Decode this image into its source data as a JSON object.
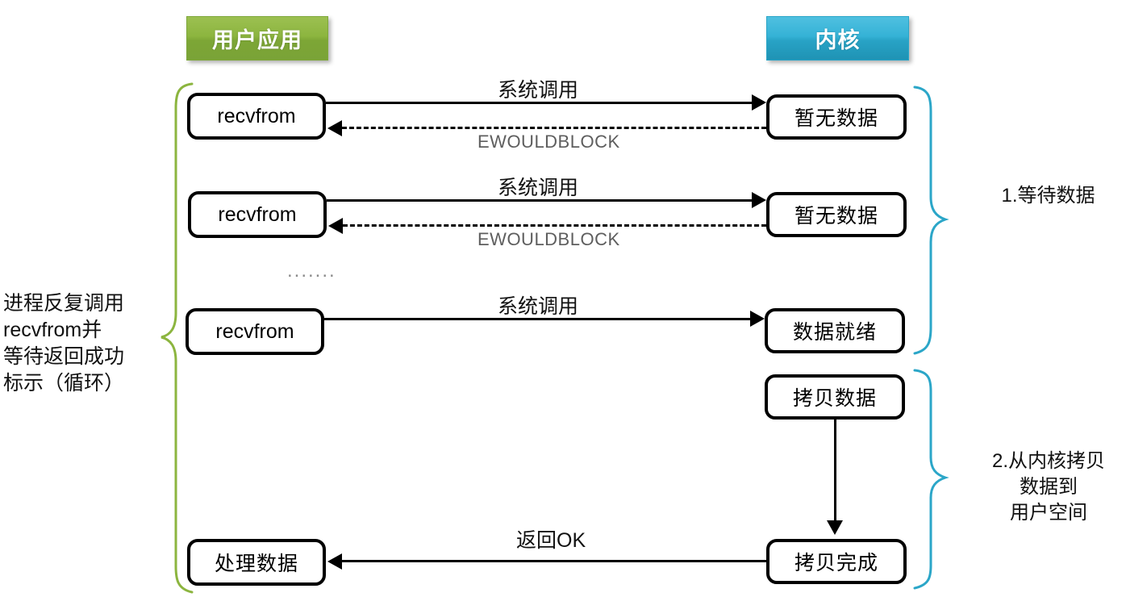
{
  "headers": {
    "user_app": "用户应用",
    "kernel": "内核",
    "user_app_color": "#8cb53f",
    "kernel_color": "#2ba6c8"
  },
  "left_note": {
    "lines": [
      "进程反复调用",
      "recvfrom并",
      "等待返回成功",
      "标示（循环）"
    ],
    "brace_color": "#8cb53f"
  },
  "rows": [
    {
      "left_box": "recvfrom",
      "right_box": "暂无数据",
      "forward_label": "系统调用",
      "return_label": "EWOULDBLOCK",
      "return_dashed": true
    },
    {
      "left_box": "recvfrom",
      "right_box": "暂无数据",
      "forward_label": "系统调用",
      "return_label": "EWOULDBLOCK",
      "return_dashed": true
    },
    {
      "left_box": "recvfrom",
      "right_box": "数据就绪",
      "forward_label": "系统调用",
      "return_label": "",
      "return_dashed": false
    }
  ],
  "ellipsis": ".......",
  "copy_stage": {
    "copy_box": "拷贝数据",
    "copy_done_box": "拷贝完成",
    "result_box": "处理数据",
    "return_label": "返回OK"
  },
  "right_braces": [
    {
      "label": "1.等待数据",
      "lines": [
        "1.等待数据"
      ],
      "color": "#2ba6c8"
    },
    {
      "label": "2.从内核拷贝数据到用户空间",
      "lines": [
        "2.从内核拷贝",
        "数据到",
        "用户空间"
      ],
      "color": "#2ba6c8"
    }
  ]
}
